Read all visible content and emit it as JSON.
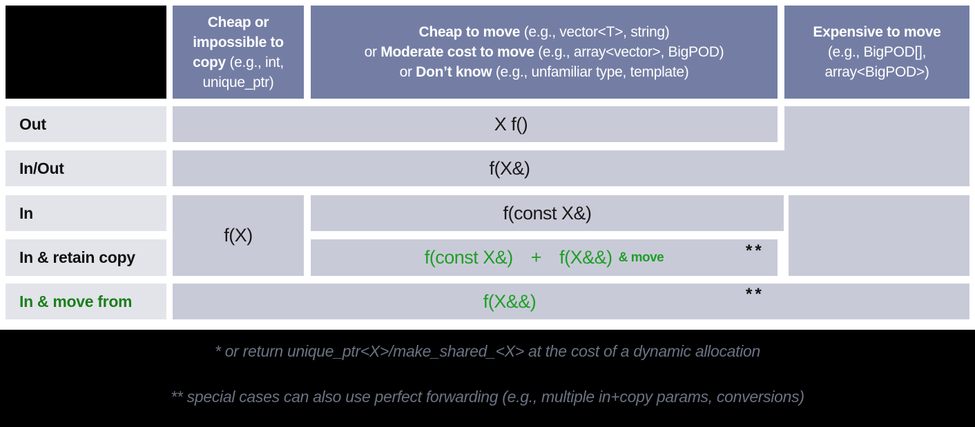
{
  "colors": {
    "header_bg": "#747ea4",
    "label_bg": "#e2e4ea",
    "cell_bg": "#c8cbd7",
    "code_green": "#1f9e27",
    "label_green": "#1c7e1c",
    "note_text": "#6b7383",
    "note_band_bg": "#000000",
    "corner_bg": "#000000"
  },
  "header": {
    "col1": {
      "bold": "Cheap or impossible to copy",
      "rest": " (e.g., int, unique_ptr)"
    },
    "col2": {
      "line1_bold": "Cheap to move",
      "line1_rest": " (e.g., vector<T>, string)",
      "line2_prefix": "or ",
      "line2_bold": "Moderate cost to move",
      "line2_rest": " (e.g., array<vector>, BigPOD)",
      "line3_prefix": "or ",
      "line3_bold": "Don’t know",
      "line3_rest": " (e.g., unfamiliar type, template)"
    },
    "col3": {
      "line1": "Expensive to move",
      "line2": "(e.g., BigPOD[],",
      "line3": "array<BigPOD>)"
    }
  },
  "rows": {
    "out": {
      "label": "Out",
      "code": "X f()"
    },
    "in_out": {
      "label": "In/Out",
      "code": "f(X&)"
    },
    "in": {
      "label": "In",
      "code": "f(const X&)"
    },
    "in_cheap_copy": {
      "code": "f(X)"
    },
    "in_retain": {
      "label": "In & retain copy",
      "code1": "f(const X&)",
      "plus": "+",
      "code2": "f(X&&)",
      "suffix": "& move",
      "mark": "**"
    },
    "in_move": {
      "label": "In & move from",
      "code": "f(X&&)",
      "mark": "**"
    }
  },
  "footnotes": {
    "note1": "* or return unique_ptr<X>/make_shared_<X> at the cost of a dynamic allocation",
    "note2": "** special cases can also use perfect forwarding (e.g., multiple in+copy params, conversions)"
  }
}
